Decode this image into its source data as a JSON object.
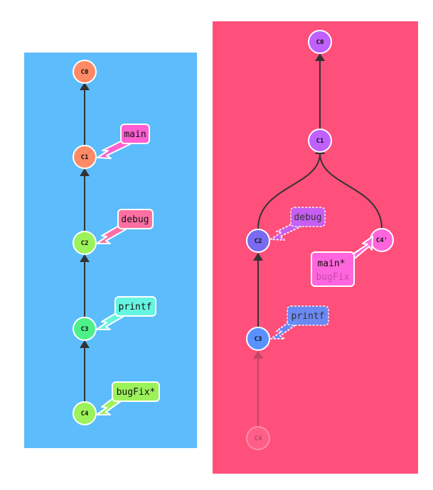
{
  "colors": {
    "left_panel": "#5cbcfc",
    "right_panel": "#ff4f7b",
    "edge": "#333333"
  },
  "left": {
    "commits": [
      {
        "id": "C0",
        "color": "#ff8a65"
      },
      {
        "id": "C1",
        "color": "#ff8a65"
      },
      {
        "id": "C2",
        "color": "#9cf25a"
      },
      {
        "id": "C3",
        "color": "#4ef08a"
      },
      {
        "id": "C4",
        "color": "#9cf25a"
      }
    ],
    "branches": [
      {
        "label": "main",
        "color": "#ff5fd2"
      },
      {
        "label": "debug",
        "color": "#ff6fa4"
      },
      {
        "label": "printf",
        "color": "#66f5e0"
      },
      {
        "label": "bugFix*",
        "color": "#9cf25a"
      }
    ]
  },
  "right": {
    "commits": [
      {
        "id": "C0",
        "color": "#c060ff"
      },
      {
        "id": "C1",
        "color": "#c060ff"
      },
      {
        "id": "C2",
        "color": "#7a6af0"
      },
      {
        "id": "C4'",
        "color": "#ff66dd"
      },
      {
        "id": "C3",
        "color": "#5a90ff"
      },
      {
        "id": "C4",
        "color": "#ff7aa0"
      }
    ],
    "branches": [
      {
        "label": "debug",
        "color": "#c060ff"
      },
      {
        "label": "main*",
        "color": "#ff66dd"
      },
      {
        "label": "bugFix",
        "color": "#ff66dd"
      },
      {
        "label": "printf",
        "color": "#5a90ff"
      }
    ]
  }
}
